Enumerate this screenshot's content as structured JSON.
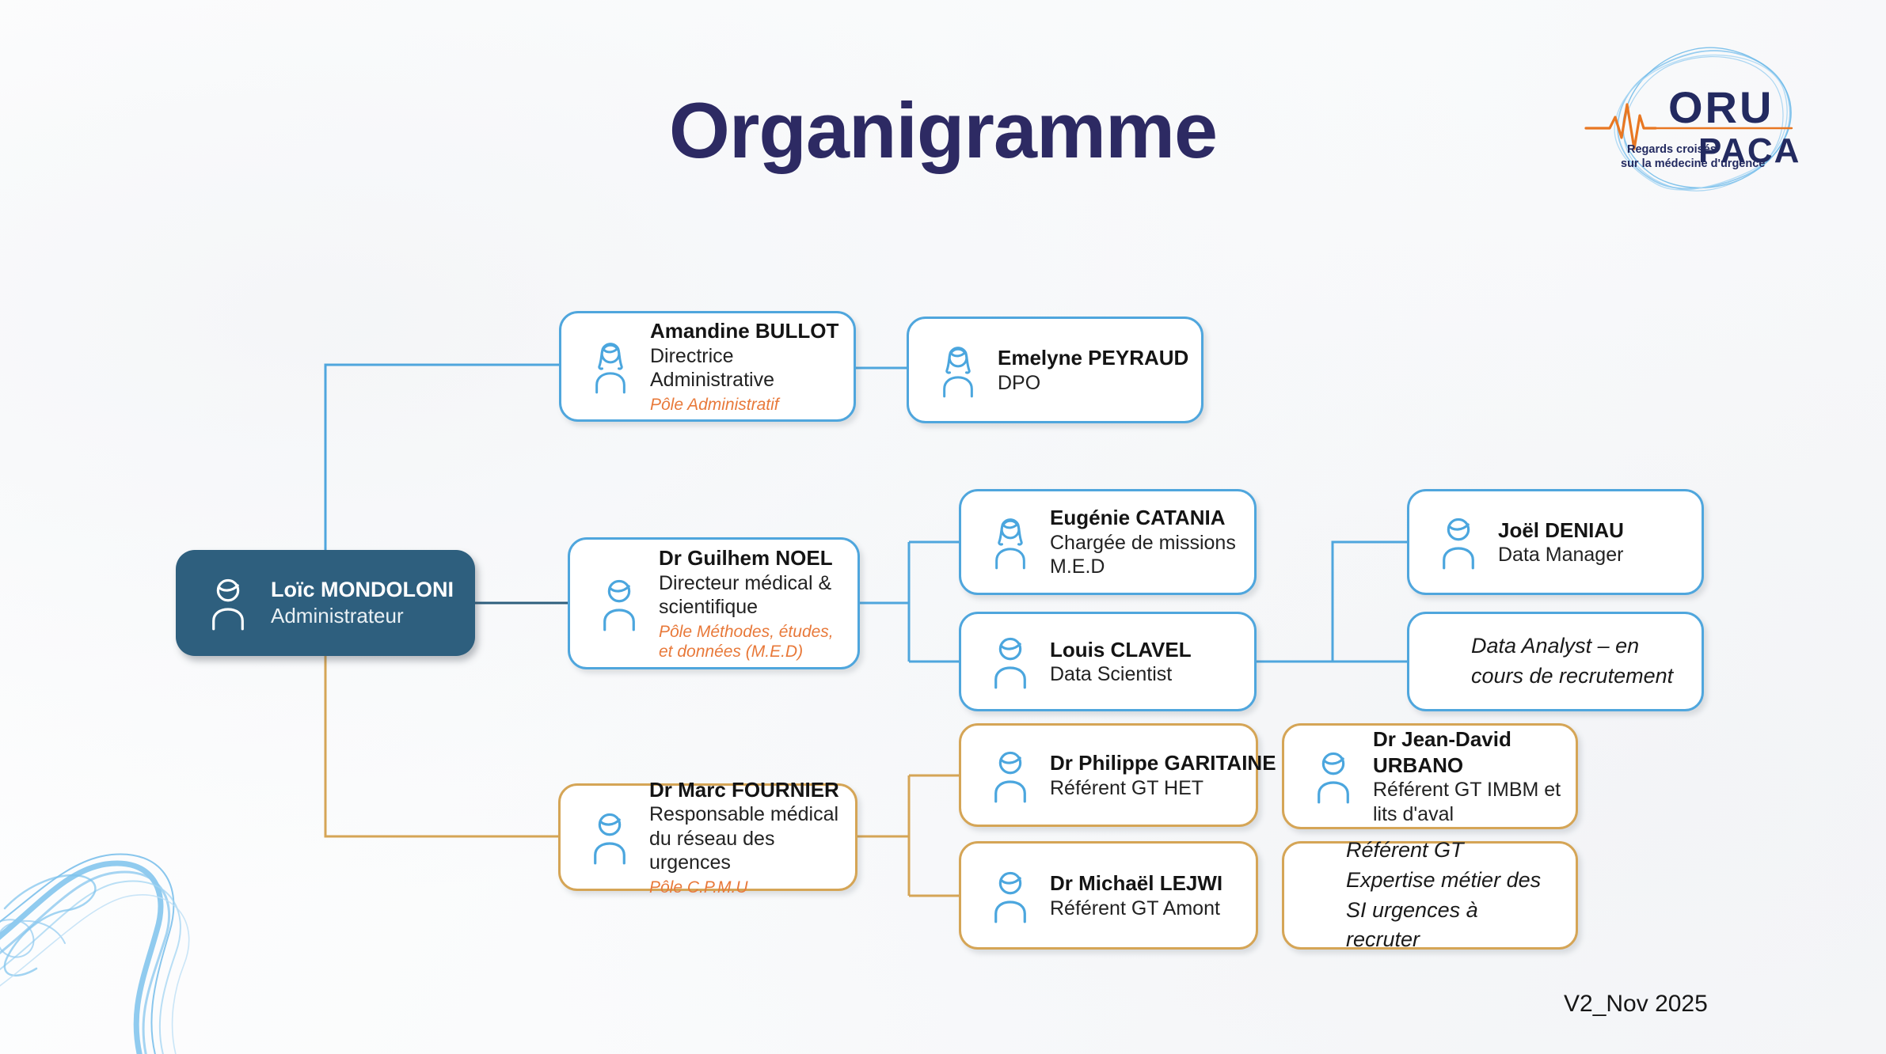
{
  "title": "Organigramme",
  "version": "V2_Nov 2025",
  "logo": {
    "oru": "ORU",
    "paca": "PACA",
    "tagline1": "Regards croisés",
    "tagline2": "sur la médecine d'urgence"
  },
  "colors": {
    "title_navy": "#2d2a63",
    "logo_navy": "#232a60",
    "accent_blue": "#4fa6dd",
    "root_fill_dark_blue": "#2e5f7e",
    "accent_gold": "#d5a556",
    "pole_orange": "#e8793a",
    "scribble_light_blue": "#7cc2ec"
  },
  "nodes": {
    "mondoloni": {
      "name": "Loïc MONDOLONI",
      "role": "Administrateur",
      "icon": "person-male-icon",
      "reports_to": null
    },
    "bullot": {
      "name": "Amandine BULLOT",
      "role": "Directrice Administrative",
      "pole": "Pôle Administratif",
      "icon": "person-female-icon",
      "reports_to": "mondoloni"
    },
    "peyraud": {
      "name": "Emelyne PEYRAUD",
      "role": "DPO",
      "icon": "person-female-icon",
      "reports_to": "bullot"
    },
    "noel": {
      "name": "Dr Guilhem NOEL",
      "role": "Directeur médical & scientifique",
      "pole": "Pôle Méthodes, études, et données (M.E.D)",
      "icon": "person-male-icon",
      "reports_to": "mondoloni"
    },
    "catania": {
      "name": "Eugénie CATANIA",
      "role": "Chargée de missions M.E.D",
      "icon": "person-female-icon",
      "reports_to": "noel"
    },
    "clavel": {
      "name": "Louis CLAVEL",
      "role": "Data Scientist",
      "icon": "person-male-icon",
      "reports_to": "noel"
    },
    "deniau": {
      "name": "Joël DENIAU",
      "role": "Data Manager",
      "icon": "person-male-icon",
      "reports_to": "clavel"
    },
    "analyst": {
      "text": "Data Analyst – en cours de recrutement",
      "reports_to": "clavel"
    },
    "fournier": {
      "name": "Dr Marc FOURNIER",
      "role": "Responsable médical du réseau des urgences",
      "pole": "Pôle C.P.M.U",
      "icon": "person-male-icon",
      "reports_to": "mondoloni"
    },
    "garitaine": {
      "name": "Dr Philippe GARITAINE",
      "role": "Référent GT HET",
      "icon": "person-male-icon",
      "reports_to": "fournier"
    },
    "lejwi": {
      "name": "Dr Michaël LEJWI",
      "role": "Référent GT Amont",
      "icon": "person-male-icon",
      "reports_to": "fournier"
    },
    "urbano": {
      "name": "Dr Jean-David URBANO",
      "role": "Référent GT IMBM et lits d'aval",
      "icon": "person-male-icon",
      "reports_to": "fournier"
    },
    "expertise": {
      "text": "Référent GT Expertise métier des SI urgences à recruter",
      "reports_to": "fournier"
    }
  }
}
